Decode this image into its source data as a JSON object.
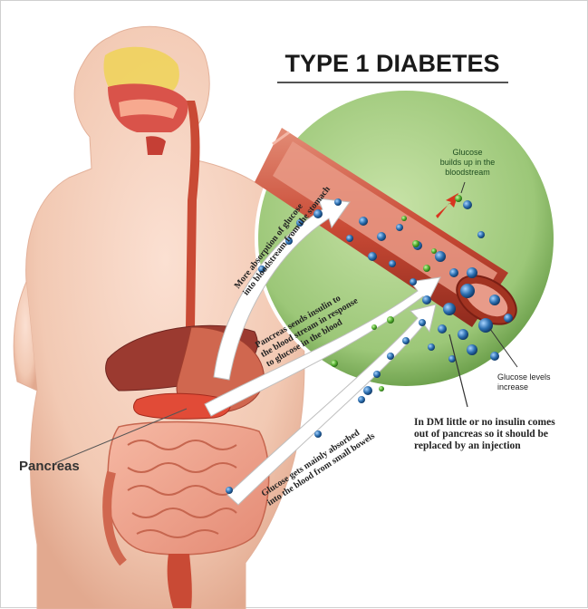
{
  "title": "TYPE 1 DIABETES",
  "labels": {
    "pancreas": "Pancreas",
    "glucose_builds_up": [
      "Glucose",
      "builds up in the",
      "bloodstream"
    ],
    "glucose_levels_increase": [
      "Glucose levels",
      "increase"
    ],
    "dm_note": [
      "In DM little or no insulin comes",
      "out of pancreas so it should be",
      "replaced by an injection"
    ],
    "arrow_stomach": [
      "More absorption of glucose",
      "into bloodstream from the stomach"
    ],
    "arrow_pancreas": [
      "Pancreas sends insulin to",
      "the blood stream in response",
      "to glucose in the blood"
    ],
    "arrow_bowels": [
      "Glucose gets mainly absorbed",
      "into the blood from small bowels"
    ]
  },
  "colors": {
    "skin": "#f2c9b3",
    "circle": "#a9cf86",
    "vessel": "#c94a35",
    "glucose_blue": "#2c6fb0",
    "glucose_green": "#52b02f",
    "arrow": "#ffffff"
  }
}
